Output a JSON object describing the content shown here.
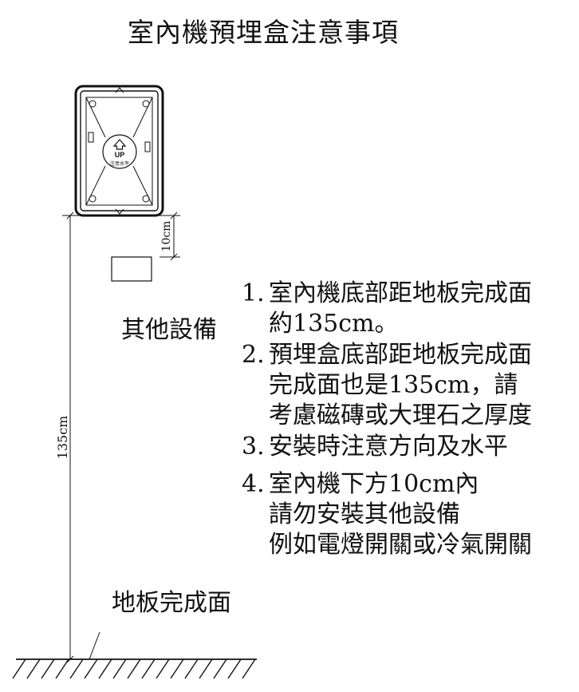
{
  "title": "室內機預埋盒注意事項",
  "box": {
    "up_label": "UP",
    "level_label": "注意水平"
  },
  "dimensions": {
    "clearance": "10cm",
    "height": "135cm"
  },
  "labels": {
    "other_equipment": "其他設備",
    "floor": "地板完成面"
  },
  "notes": [
    {
      "num": "1.",
      "lines": [
        "室內機底部距地板完成面",
        "約135cm。"
      ]
    },
    {
      "num": "2.",
      "lines": [
        "預埋盒底部距地板完成面",
        "完成面也是135cm，請",
        "考慮磁磚或大理石之厚度"
      ]
    },
    {
      "num": "3.",
      "lines": [
        "安裝時注意方向及水平"
      ]
    },
    {
      "num": "4.",
      "lines": [
        "室內機下方10cm內",
        "請勿安裝其他設備",
        "例如電燈開關或冷氣開關"
      ]
    }
  ]
}
